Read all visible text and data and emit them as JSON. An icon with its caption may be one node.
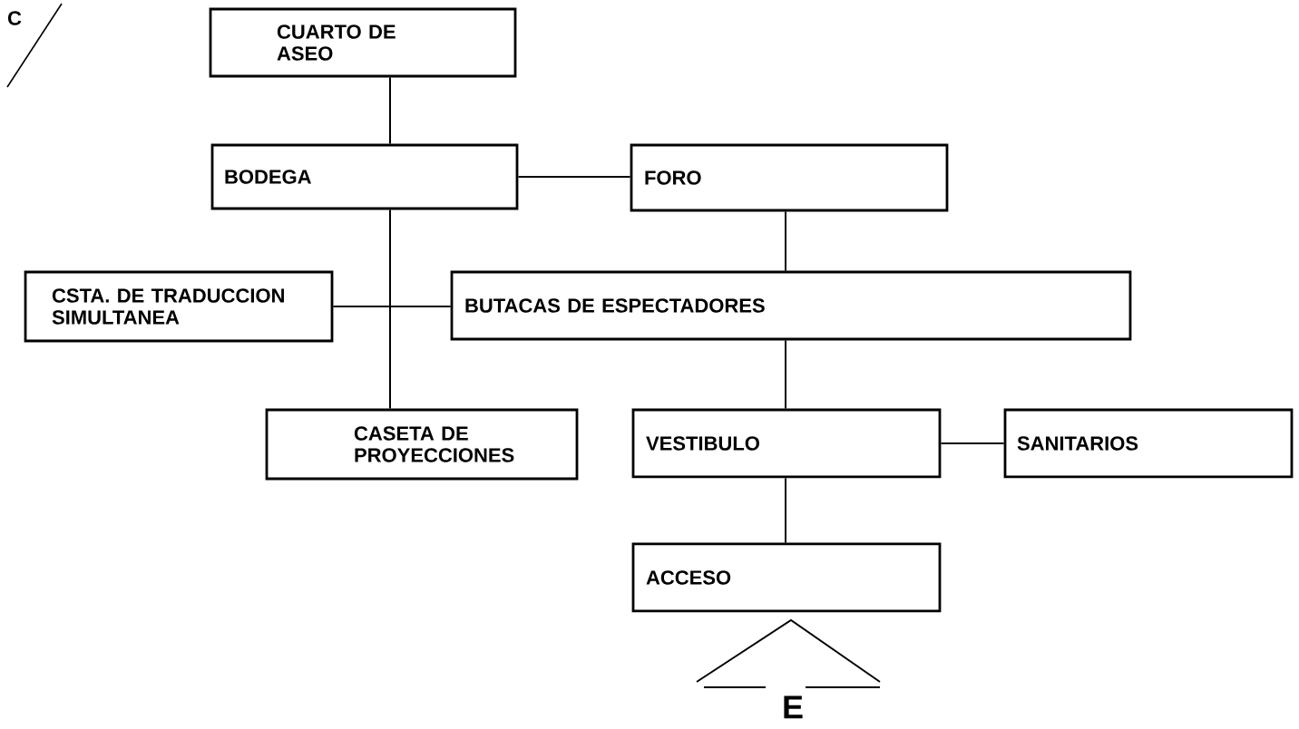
{
  "diagram": {
    "nodes": [
      {
        "text": [
          "CUARTO DE ASEO"
        ]
      },
      {
        "text": [
          "BODEGA"
        ]
      },
      {
        "text": [
          "FORO"
        ]
      },
      {
        "text": [
          "CSTA. DE TRADUCCION SIMULTANEA"
        ]
      },
      {
        "text": [
          "BUTACAS DE ESPECTADORES"
        ]
      },
      {
        "text": [
          "CASETA DE PROYECCIONES"
        ]
      },
      {
        "text": [
          "VESTIBULO"
        ]
      },
      {
        "text": [
          "SANITARIOS"
        ]
      },
      {
        "text": [
          "ACCESO"
        ]
      }
    ],
    "edges": [
      {
        "from": 0,
        "to": 1,
        "arrow": "none"
      },
      {
        "from": 1,
        "to": 2,
        "arrow": "none"
      },
      {
        "from": 2,
        "to": 4,
        "arrow": "none"
      },
      {
        "from": 3,
        "to": 4,
        "arrow": "none"
      },
      {
        "from": 1,
        "to": 5,
        "arrow": "none"
      },
      {
        "from": 4,
        "to": 6,
        "arrow": "none"
      },
      {
        "from": 6,
        "to": 7,
        "arrow": "none"
      },
      {
        "from": 6,
        "to": 8,
        "arrow": "none"
      }
    ],
    "labels": [
      "C",
      "E"
    ]
  }
}
